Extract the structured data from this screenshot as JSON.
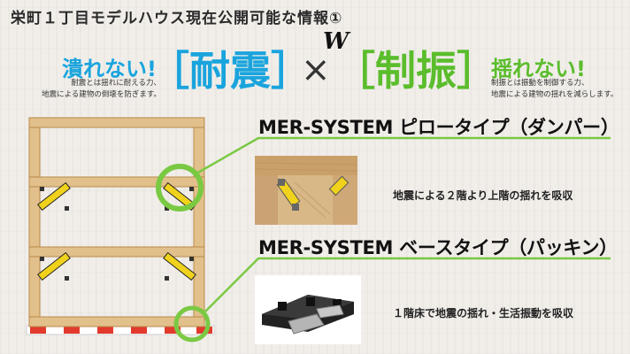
{
  "header": {
    "title": "栄町１丁目モデルハウス現在公開可能な情報①"
  },
  "left_block": {
    "catch": "潰れない!",
    "word": "［耐震］",
    "description_lines": [
      "耐震とは揺れに耐える力、",
      "地震による建物の倒壊を防ぎます。"
    ]
  },
  "operator": {
    "times": "×",
    "logo_letter": "W"
  },
  "right_block": {
    "catch": "揺れない!",
    "word": "［制振］",
    "description_lines": [
      "制振とは振動を制御する力、",
      "地震による建物の揺れを減らします。"
    ]
  },
  "products": [
    {
      "title": "MER-SYSTEM ピロータイプ（ダンパー）",
      "caption": "地震による２階より上階の揺れを吸収"
    },
    {
      "title": "MER-SYSTEM ベースタイプ（パッキン）",
      "caption": "１階床で地震の揺れ・生活振動を吸収"
    }
  ],
  "colors": {
    "blue": "#1aa4dd",
    "green": "#5bbd2c",
    "highlight_circle": "#7ac943",
    "wood": "#e2c08b",
    "wood_edge": "#b88a4a",
    "damper_yellow": "#f0d21c",
    "base_red": "#e23b2e"
  },
  "icons": {
    "left_bracket": "bracket-left-icon",
    "right_bracket": "bracket-right-icon"
  }
}
